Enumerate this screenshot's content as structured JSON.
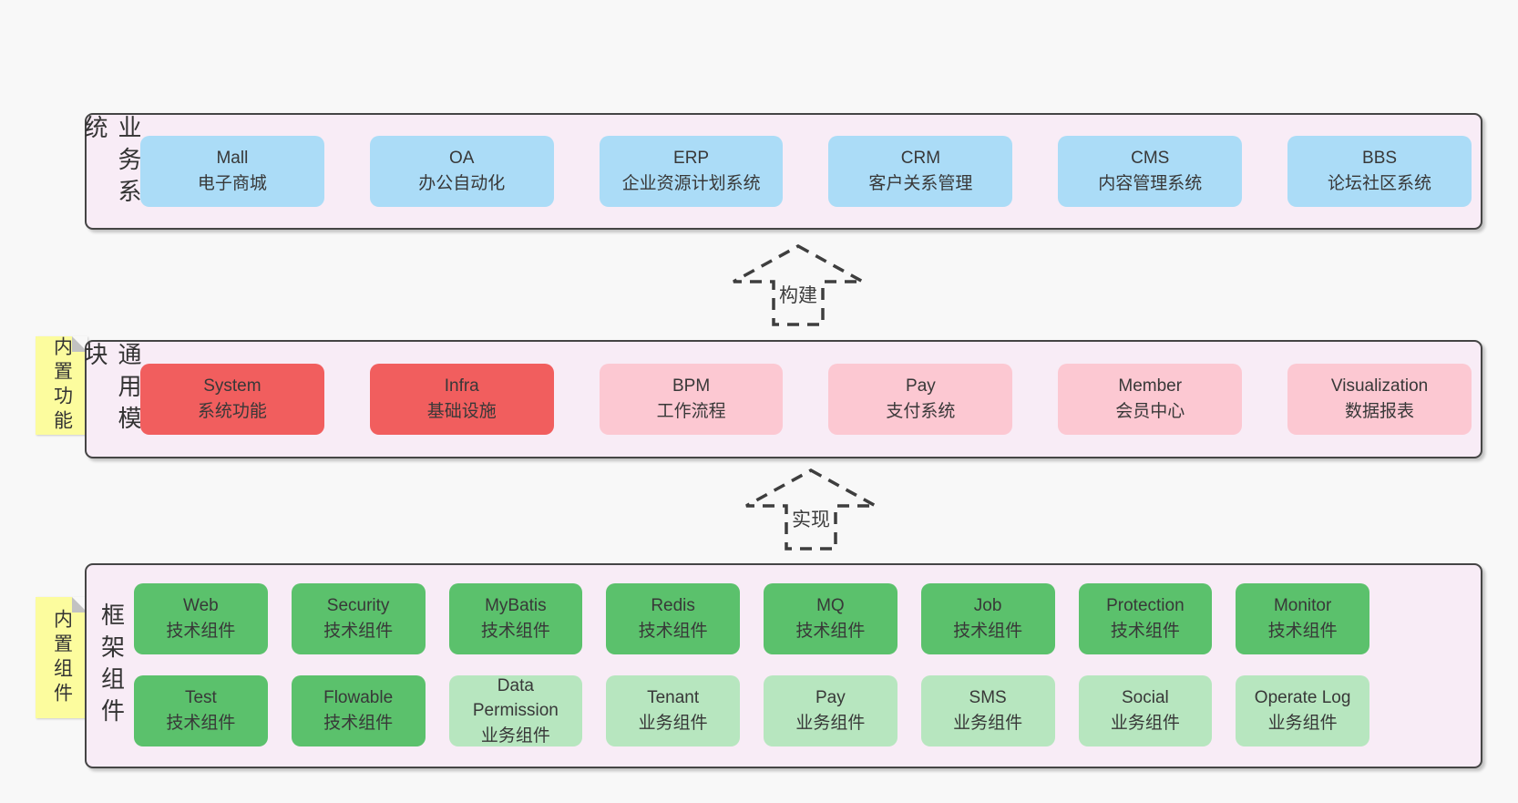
{
  "colors": {
    "page_bg": "#f8f8f8",
    "band_bg": "#f8ecf6",
    "band_border": "#454545",
    "blue": "#abdcf7",
    "red": "#f15e5e",
    "pink": "#fcc8d2",
    "green": "#5bc16c",
    "lightgreen": "#b7e6bf",
    "sticky": "#fcfc9e",
    "text": "#383838"
  },
  "arrows": [
    {
      "label": "构建"
    },
    {
      "label": "实现"
    }
  ],
  "bands": [
    {
      "label": "业务系统",
      "boxes": [
        {
          "name": "Mall",
          "desc": "电子商城",
          "variant": "blue"
        },
        {
          "name": "OA",
          "desc": "办公自动化",
          "variant": "blue"
        },
        {
          "name": "ERP",
          "desc": "企业资源计划系统",
          "variant": "blue"
        },
        {
          "name": "CRM",
          "desc": "客户关系管理",
          "variant": "blue"
        },
        {
          "name": "CMS",
          "desc": "内容管理系统",
          "variant": "blue"
        },
        {
          "name": "BBS",
          "desc": "论坛社区系统",
          "variant": "blue"
        }
      ]
    },
    {
      "label": "通用模块",
      "sticky": "内置功能",
      "boxes": [
        {
          "name": "System",
          "desc": "系统功能",
          "variant": "red"
        },
        {
          "name": "Infra",
          "desc": "基础设施",
          "variant": "red"
        },
        {
          "name": "BPM",
          "desc": "工作流程",
          "variant": "pink"
        },
        {
          "name": "Pay",
          "desc": "支付系统",
          "variant": "pink"
        },
        {
          "name": "Member",
          "desc": "会员中心",
          "variant": "pink"
        },
        {
          "name": "Visualization",
          "desc": "数据报表",
          "variant": "pink"
        }
      ]
    },
    {
      "label": "框架组件",
      "sticky": "内置组件",
      "rows": [
        [
          {
            "name": "Web",
            "desc": "技术组件",
            "variant": "green"
          },
          {
            "name": "Security",
            "desc": "技术组件",
            "variant": "green"
          },
          {
            "name": "MyBatis",
            "desc": "技术组件",
            "variant": "green"
          },
          {
            "name": "Redis",
            "desc": "技术组件",
            "variant": "green"
          },
          {
            "name": "MQ",
            "desc": "技术组件",
            "variant": "green"
          },
          {
            "name": "Job",
            "desc": "技术组件",
            "variant": "green"
          },
          {
            "name": "Protection",
            "desc": "技术组件",
            "variant": "green"
          },
          {
            "name": "Monitor",
            "desc": "技术组件",
            "variant": "green"
          }
        ],
        [
          {
            "name": "Test",
            "desc": "技术组件",
            "variant": "green"
          },
          {
            "name": "Flowable",
            "desc": "技术组件",
            "variant": "green"
          },
          {
            "name": "Data Permission",
            "desc": "业务组件",
            "variant": "lightgreen"
          },
          {
            "name": "Tenant",
            "desc": "业务组件",
            "variant": "lightgreen"
          },
          {
            "name": "Pay",
            "desc": "业务组件",
            "variant": "lightgreen"
          },
          {
            "name": "SMS",
            "desc": "业务组件",
            "variant": "lightgreen"
          },
          {
            "name": "Social",
            "desc": "业务组件",
            "variant": "lightgreen"
          },
          {
            "name": "Operate Log",
            "desc": "业务组件",
            "variant": "lightgreen"
          }
        ]
      ]
    }
  ]
}
